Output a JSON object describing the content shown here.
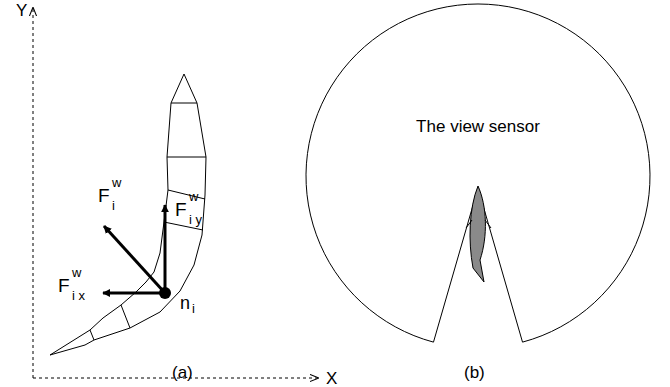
{
  "diagram": {
    "nodes": [
      {
        "text": [
          "The view sensor"
        ]
      }
    ],
    "labels": [
      "Y",
      "X",
      "F",
      "w",
      "i",
      "F",
      "w",
      "i y",
      "F",
      "w",
      "i x",
      "n",
      "i",
      "(a)",
      "(b)"
    ]
  }
}
